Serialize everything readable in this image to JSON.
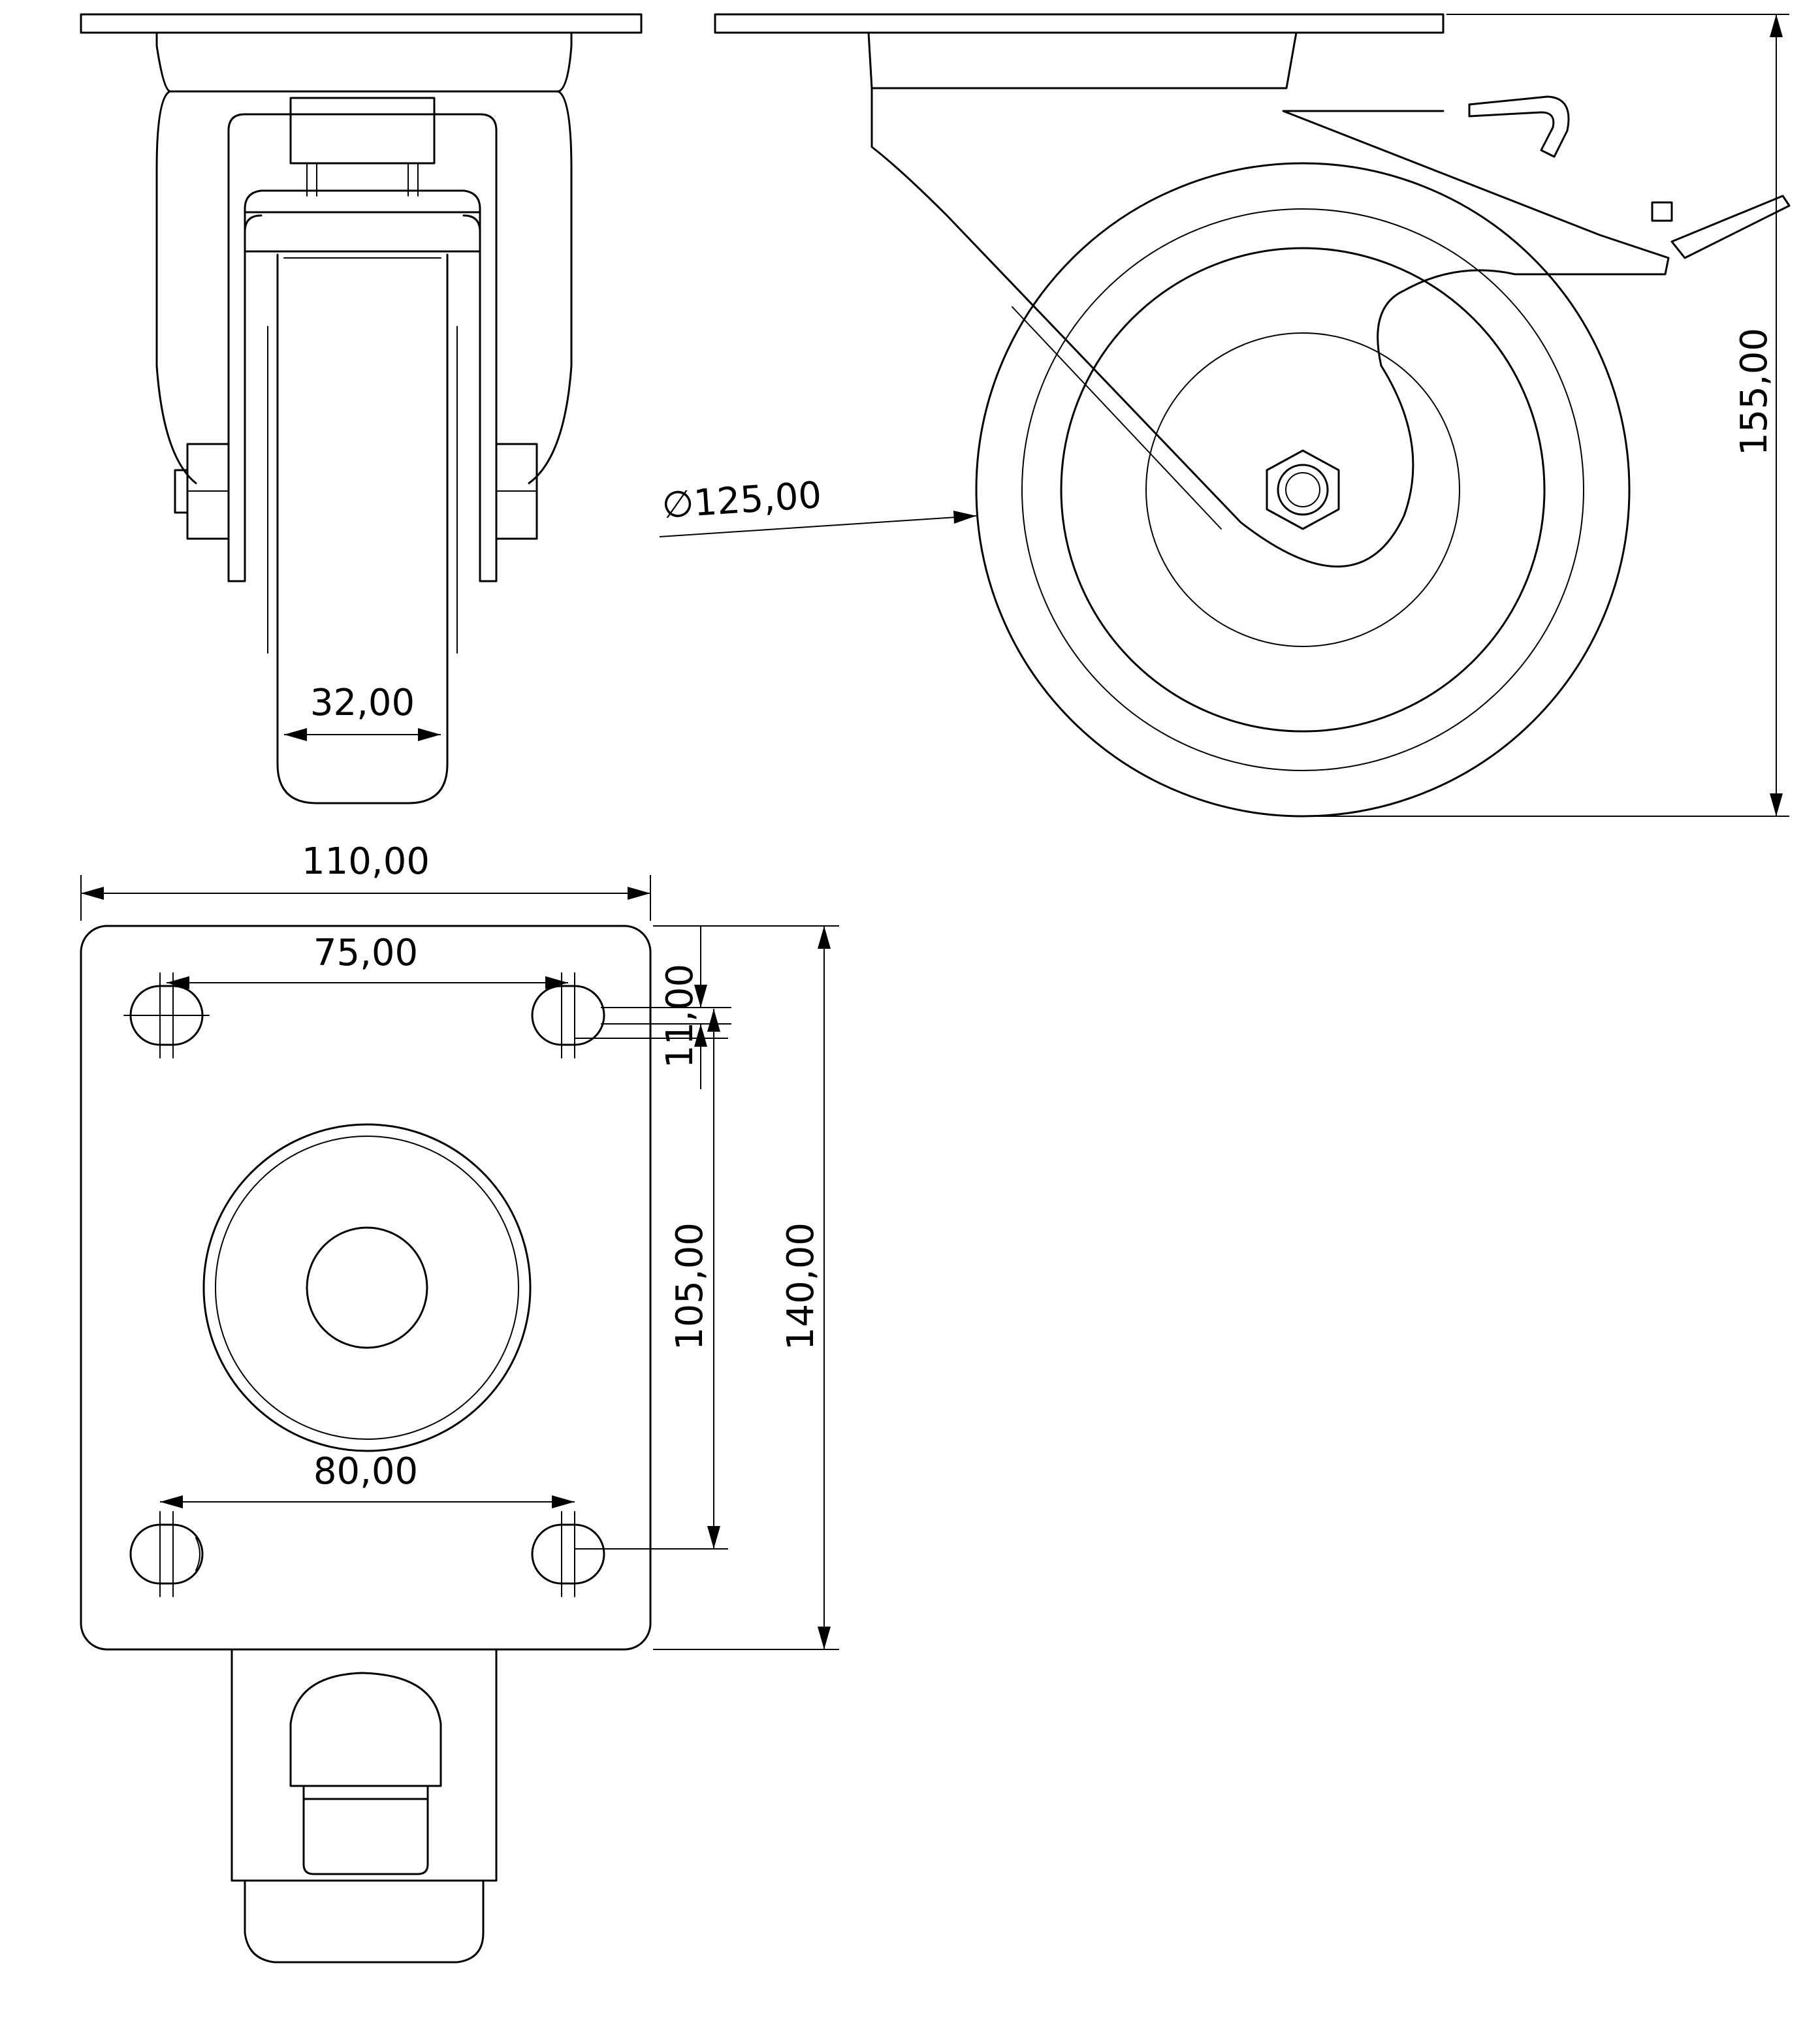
{
  "dimensions": {
    "wheel_width": "32,00",
    "wheel_diameter": "125,00",
    "diameter_symbol": "∅",
    "overall_height": "155,00",
    "plate_width": "110,00",
    "hole_spacing_top": "75,00",
    "slot_length": "11,00",
    "hole_spacing_vertical": "105,00",
    "plate_length": "140,00",
    "hole_spacing_bottom": "80,00"
  }
}
